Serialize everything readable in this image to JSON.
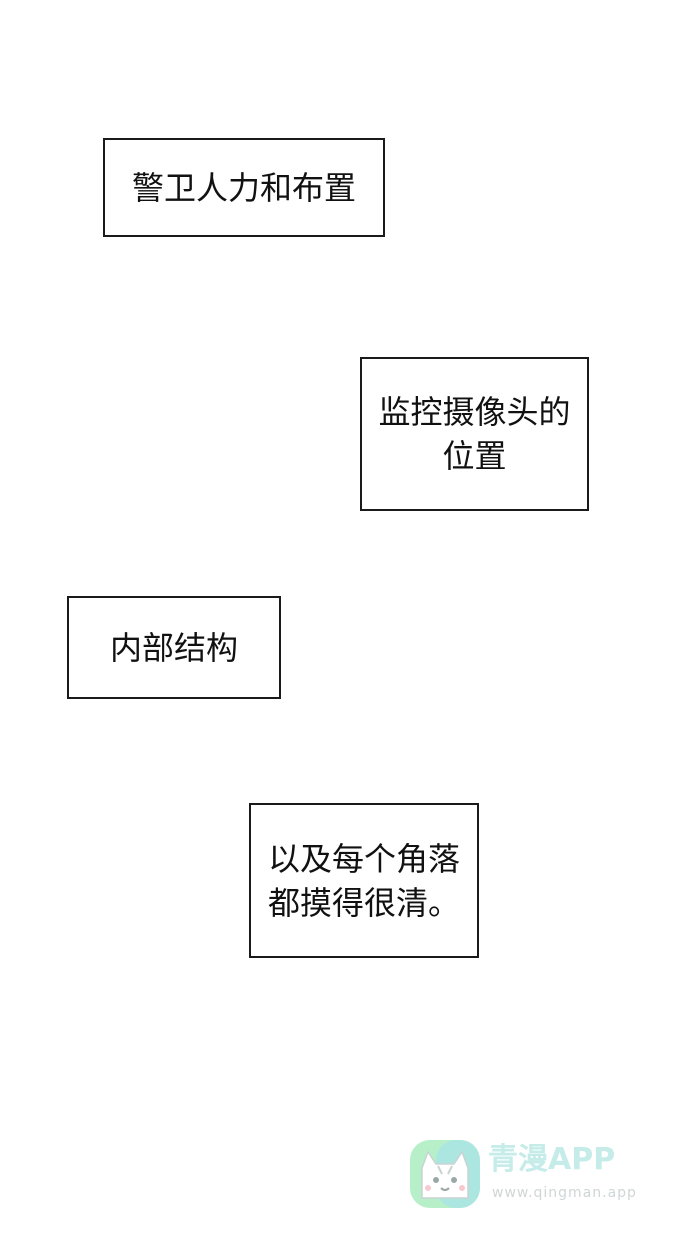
{
  "captions": [
    {
      "text": "警卫人力和布置"
    },
    {
      "text": "监控摄像头的\n位置"
    },
    {
      "text": "内部结构"
    },
    {
      "text": "以及每个角落\n都摸得很清。"
    }
  ],
  "watermark": {
    "title": "青漫APP",
    "url": "www.qingman.app",
    "logo_icon": "cat-face-icon",
    "colors": {
      "logo_green": "#b7f0c8",
      "logo_teal": "#a9e4e6",
      "title": "#c5ece8"
    }
  }
}
